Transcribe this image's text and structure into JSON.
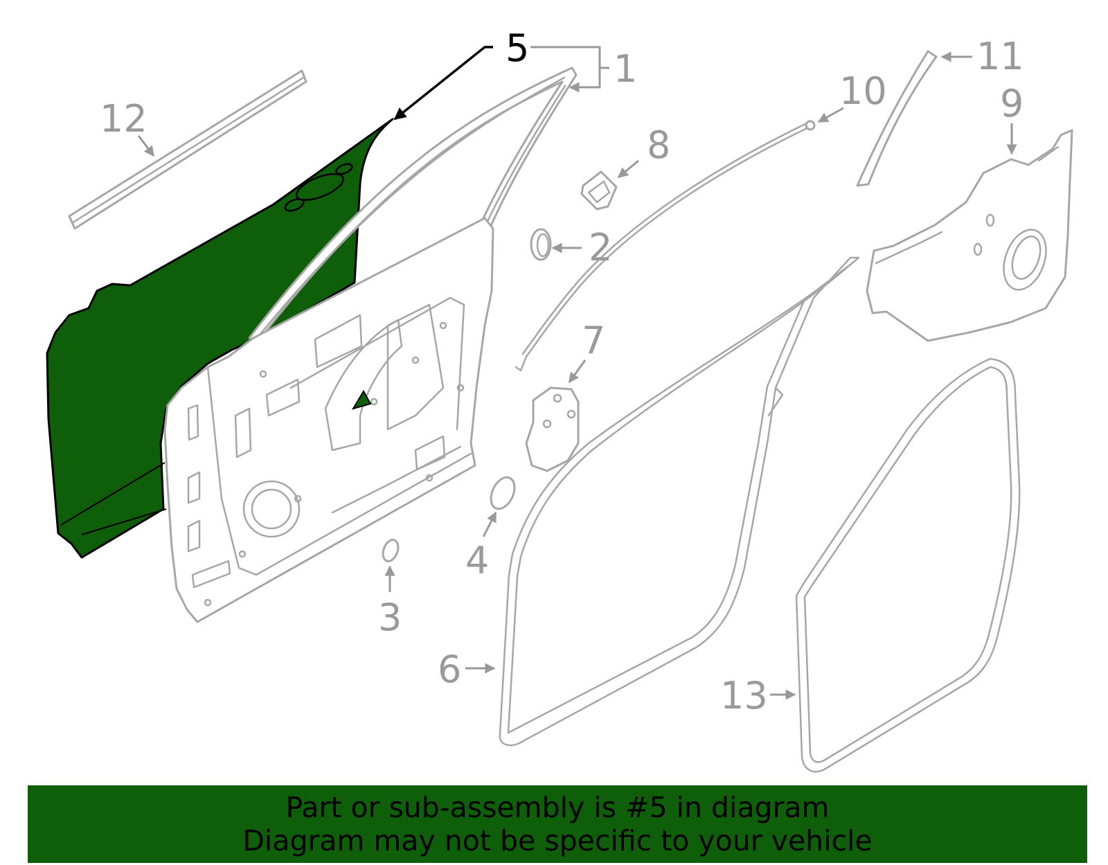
{
  "diagram": {
    "highlight_color": "#0f5e0a",
    "highlighted_part": "5",
    "callouts": [
      {
        "id": "1",
        "label": "1",
        "highlighted": false
      },
      {
        "id": "2",
        "label": "2",
        "highlighted": false
      },
      {
        "id": "3",
        "label": "3",
        "highlighted": false
      },
      {
        "id": "4",
        "label": "4",
        "highlighted": false
      },
      {
        "id": "5",
        "label": "5",
        "highlighted": true
      },
      {
        "id": "6",
        "label": "6",
        "highlighted": false
      },
      {
        "id": "7",
        "label": "7",
        "highlighted": false
      },
      {
        "id": "8",
        "label": "8",
        "highlighted": false
      },
      {
        "id": "9",
        "label": "9",
        "highlighted": false
      },
      {
        "id": "10",
        "label": "10",
        "highlighted": false
      },
      {
        "id": "11",
        "label": "11",
        "highlighted": false
      },
      {
        "id": "12",
        "label": "12",
        "highlighted": false
      },
      {
        "id": "13",
        "label": "13",
        "highlighted": false
      }
    ]
  },
  "banner": {
    "line1": "Part or sub-assembly is #5 in diagram",
    "line2": "Diagram may not be specific to your vehicle",
    "background": "#0f5e0a"
  }
}
